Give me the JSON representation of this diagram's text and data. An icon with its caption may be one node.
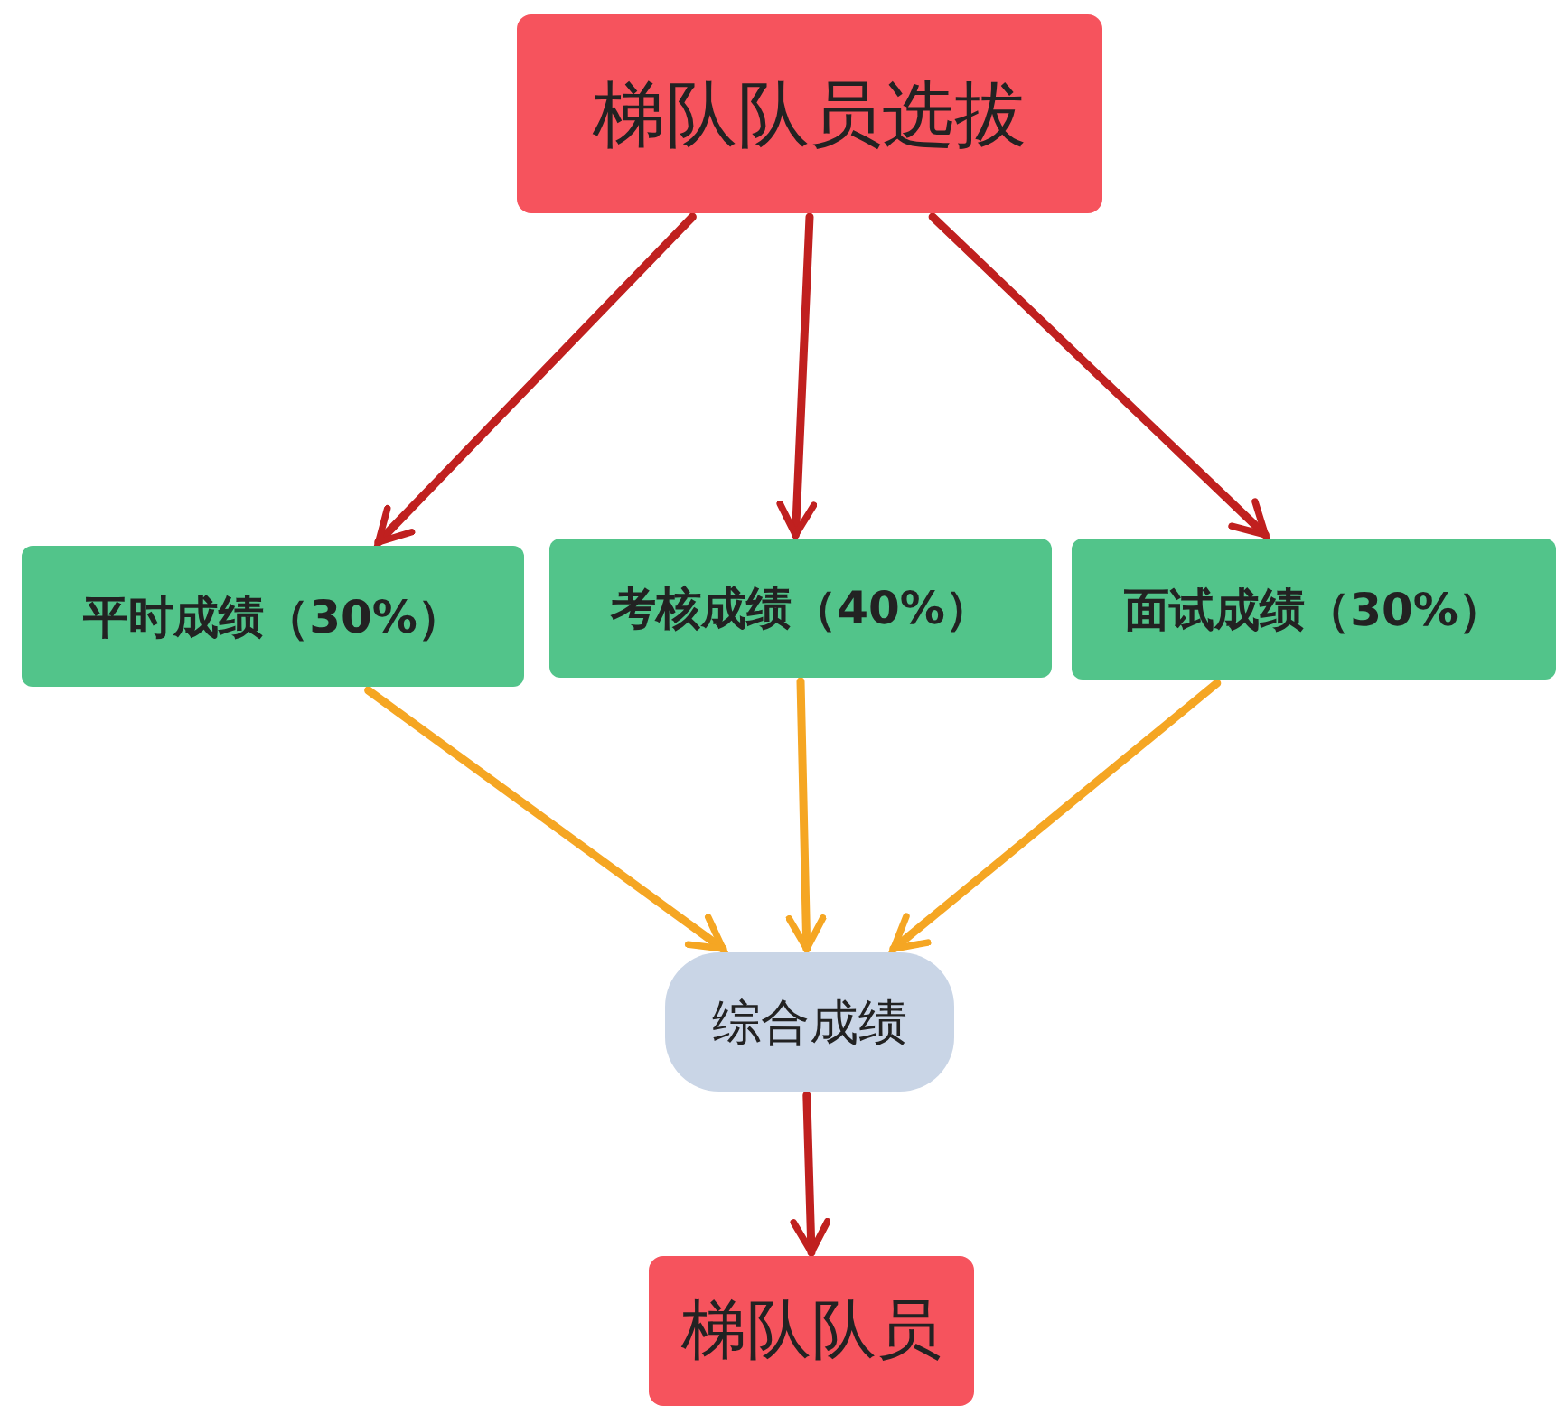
{
  "diagram": {
    "nodes": [
      {
        "text": [
          "梯队队员选拔"
        ]
      },
      {
        "text": [
          "平时成绩（30%）"
        ]
      },
      {
        "text": [
          "考核成绩（40%）"
        ]
      },
      {
        "text": [
          "面试成绩（30%）"
        ]
      },
      {
        "text": [
          "综合成绩"
        ]
      },
      {
        "text": [
          "梯队队员"
        ]
      }
    ],
    "edges": [
      {
        "from": 0,
        "to": 1,
        "arrow": "to"
      },
      {
        "from": 0,
        "to": 2,
        "arrow": "to"
      },
      {
        "from": 0,
        "to": 3,
        "arrow": "to"
      },
      {
        "from": 1,
        "to": 4,
        "arrow": "to",
        "color": "#f5a623"
      },
      {
        "from": 2,
        "to": 4,
        "arrow": "to",
        "color": "#f5a623"
      },
      {
        "from": 3,
        "to": 4,
        "arrow": "to",
        "color": "#f5a623"
      },
      {
        "from": 4,
        "to": 5,
        "arrow": "to"
      }
    ]
  }
}
